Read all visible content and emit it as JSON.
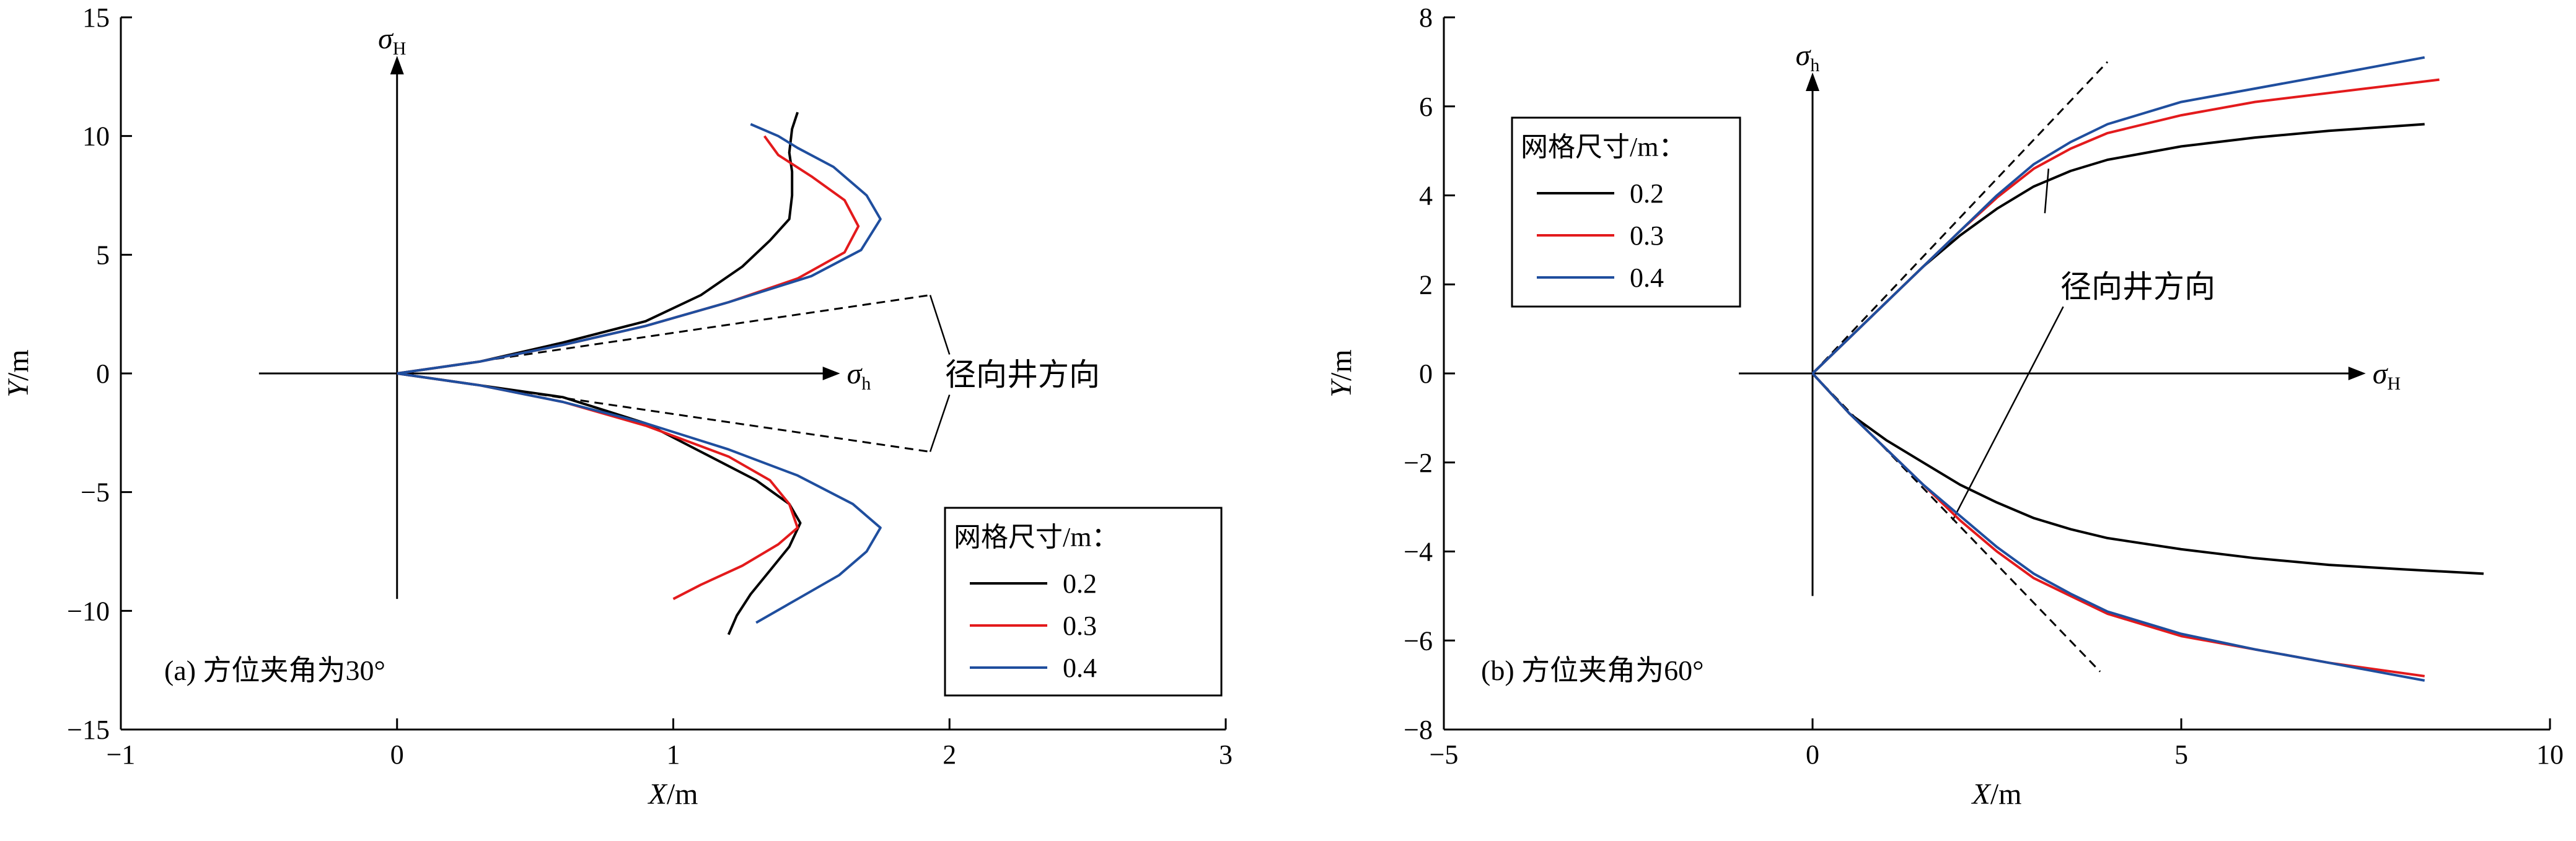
{
  "chart_data": [
    {
      "type": "line",
      "panel_caption": "(a) 方位夹角为30°",
      "xlabel_var": "X",
      "xlabel_unit": "/m",
      "ylabel_var": "Y",
      "ylabel_unit": "/m",
      "xlim": [
        -1,
        3
      ],
      "ylim": [
        -15,
        15
      ],
      "xticks": [
        -1,
        0,
        1,
        2,
        3
      ],
      "yticks": [
        -15,
        -10,
        -5,
        0,
        5,
        10,
        15
      ],
      "xtick_labels": [
        "−1",
        "0",
        "1",
        "2",
        "3"
      ],
      "ytick_labels": [
        "−15",
        "−10",
        "−5",
        "0",
        "5",
        "10",
        "15"
      ],
      "stress_axes": {
        "horizontal": {
          "label": "σ",
          "sub": "h",
          "from": [
            -0.5,
            0
          ],
          "to": [
            1.55,
            0
          ]
        },
        "vertical": {
          "label": "σ",
          "sub": "H",
          "from": [
            0,
            -9.5
          ],
          "to": [
            0,
            12.7
          ]
        }
      },
      "annotation": {
        "text": "径向井方向",
        "lines": [
          {
            "from": [
              0,
              0
            ],
            "to": [
              1.93,
              3.3
            ]
          },
          {
            "from": [
              0,
              0
            ],
            "to": [
              1.93,
              -3.3
            ]
          }
        ],
        "leaders": [
          {
            "from": [
              1.93,
              3.3
            ],
            "to": [
              2.0,
              0.8
            ]
          },
          {
            "from": [
              1.93,
              -3.3
            ],
            "to": [
              2.0,
              -0.9
            ]
          }
        ]
      },
      "legend": {
        "title": "网格尺寸/m：",
        "position": "lower-right",
        "entries": [
          {
            "label": "0.2",
            "color": "#000000"
          },
          {
            "label": "0.3",
            "color": "#e31a1c"
          },
          {
            "label": "0.4",
            "color": "#1f4e9e"
          }
        ]
      },
      "series": [
        {
          "name": "0.2",
          "color": "#000000",
          "upper": [
            [
              0,
              0
            ],
            [
              0.3,
              0.5
            ],
            [
              0.6,
              1.3
            ],
            [
              0.9,
              2.2
            ],
            [
              1.1,
              3.3
            ],
            [
              1.25,
              4.5
            ],
            [
              1.35,
              5.6
            ],
            [
              1.42,
              6.5
            ],
            [
              1.43,
              7.5
            ],
            [
              1.43,
              8.5
            ],
            [
              1.42,
              9.3
            ],
            [
              1.43,
              10.3
            ],
            [
              1.45,
              11.0
            ]
          ],
          "lower": [
            [
              0,
              0
            ],
            [
              0.3,
              -0.5
            ],
            [
              0.6,
              -1.0
            ],
            [
              0.9,
              -2.1
            ],
            [
              1.1,
              -3.3
            ],
            [
              1.3,
              -4.5
            ],
            [
              1.42,
              -5.5
            ],
            [
              1.46,
              -6.3
            ],
            [
              1.42,
              -7.3
            ],
            [
              1.35,
              -8.3
            ],
            [
              1.28,
              -9.3
            ],
            [
              1.23,
              -10.2
            ],
            [
              1.2,
              -11.0
            ]
          ]
        },
        {
          "name": "0.3",
          "color": "#e31a1c",
          "upper": [
            [
              0,
              0
            ],
            [
              0.3,
              0.5
            ],
            [
              0.6,
              1.2
            ],
            [
              0.9,
              2.0
            ],
            [
              1.2,
              3.0
            ],
            [
              1.45,
              4.0
            ],
            [
              1.62,
              5.1
            ],
            [
              1.67,
              6.2
            ],
            [
              1.62,
              7.3
            ],
            [
              1.5,
              8.3
            ],
            [
              1.38,
              9.2
            ],
            [
              1.33,
              10.0
            ]
          ],
          "lower": [
            [
              0,
              0
            ],
            [
              0.3,
              -0.5
            ],
            [
              0.6,
              -1.2
            ],
            [
              0.9,
              -2.2
            ],
            [
              1.2,
              -3.5
            ],
            [
              1.35,
              -4.5
            ],
            [
              1.42,
              -5.5
            ],
            [
              1.45,
              -6.5
            ],
            [
              1.38,
              -7.2
            ],
            [
              1.25,
              -8.1
            ],
            [
              1.1,
              -8.9
            ],
            [
              1.0,
              -9.5
            ]
          ]
        },
        {
          "name": "0.4",
          "color": "#1f4e9e",
          "upper": [
            [
              0,
              0
            ],
            [
              0.3,
              0.5
            ],
            [
              0.6,
              1.2
            ],
            [
              0.9,
              2.0
            ],
            [
              1.2,
              3.0
            ],
            [
              1.5,
              4.1
            ],
            [
              1.68,
              5.2
            ],
            [
              1.75,
              6.5
            ],
            [
              1.7,
              7.5
            ],
            [
              1.58,
              8.7
            ],
            [
              1.45,
              9.5
            ],
            [
              1.38,
              10.0
            ],
            [
              1.28,
              10.5
            ]
          ],
          "lower": [
            [
              0,
              0
            ],
            [
              0.3,
              -0.5
            ],
            [
              0.6,
              -1.2
            ],
            [
              0.9,
              -2.1
            ],
            [
              1.2,
              -3.2
            ],
            [
              1.45,
              -4.3
            ],
            [
              1.65,
              -5.5
            ],
            [
              1.75,
              -6.5
            ],
            [
              1.7,
              -7.5
            ],
            [
              1.6,
              -8.5
            ],
            [
              1.45,
              -9.5
            ],
            [
              1.3,
              -10.5
            ]
          ]
        }
      ]
    },
    {
      "type": "line",
      "panel_caption": "(b) 方位夹角为60°",
      "xlabel_var": "X",
      "xlabel_unit": "/m",
      "ylabel_var": "Y",
      "ylabel_unit": "/m",
      "xlim": [
        -5,
        10
      ],
      "ylim": [
        -8,
        8
      ],
      "xticks": [
        -5,
        0,
        5,
        10
      ],
      "yticks": [
        -8,
        -6,
        -4,
        -2,
        0,
        2,
        4,
        6,
        8
      ],
      "xtick_labels": [
        "−5",
        "0",
        "5",
        "10"
      ],
      "ytick_labels": [
        "−8",
        "−6",
        "−4",
        "−2",
        "0",
        "2",
        "4",
        "6",
        "8"
      ],
      "stress_axes": {
        "horizontal": {
          "label": "σ",
          "sub": "H",
          "from": [
            -1,
            0
          ],
          "to": [
            7.3,
            0
          ]
        },
        "vertical": {
          "label": "σ",
          "sub": "h",
          "from": [
            0,
            -5.0
          ],
          "to": [
            0,
            6.4
          ]
        }
      },
      "annotation": {
        "text": "径向井方向",
        "lines": [
          {
            "from": [
              0,
              0
            ],
            "to": [
              4.0,
              7.0
            ]
          },
          {
            "from": [
              0,
              0
            ],
            "to": [
              3.9,
              -6.7
            ]
          }
        ],
        "leaders": [
          {
            "from": [
              3.15,
              3.6
            ],
            "to": [
              3.2,
              4.6
            ]
          },
          {
            "from": [
              3.4,
              1.5
            ],
            "to": [
              1.9,
              -3.3
            ]
          }
        ]
      },
      "legend": {
        "title": "网格尺寸/m：",
        "position": "upper-left",
        "entries": [
          {
            "label": "0.2",
            "color": "#000000"
          },
          {
            "label": "0.3",
            "color": "#e31a1c"
          },
          {
            "label": "0.4",
            "color": "#1f4e9e"
          }
        ]
      },
      "series": [
        {
          "name": "0.2",
          "color": "#000000",
          "upper": [
            [
              0,
              0
            ],
            [
              0.5,
              0.8
            ],
            [
              1,
              1.6
            ],
            [
              1.5,
              2.4
            ],
            [
              2,
              3.1
            ],
            [
              2.5,
              3.7
            ],
            [
              3,
              4.2
            ],
            [
              3.5,
              4.55
            ],
            [
              4,
              4.8
            ],
            [
              5,
              5.1
            ],
            [
              6,
              5.3
            ],
            [
              7,
              5.45
            ],
            [
              8.3,
              5.6
            ]
          ],
          "lower": [
            [
              0,
              0
            ],
            [
              0.5,
              -0.9
            ],
            [
              1,
              -1.5
            ],
            [
              1.5,
              -2.0
            ],
            [
              2,
              -2.5
            ],
            [
              2.5,
              -2.9
            ],
            [
              3,
              -3.25
            ],
            [
              3.5,
              -3.5
            ],
            [
              4,
              -3.7
            ],
            [
              5,
              -3.95
            ],
            [
              6,
              -4.15
            ],
            [
              7,
              -4.3
            ],
            [
              8,
              -4.4
            ],
            [
              9.1,
              -4.5
            ]
          ]
        },
        {
          "name": "0.3",
          "color": "#e31a1c",
          "upper": [
            [
              0,
              0
            ],
            [
              0.5,
              0.8
            ],
            [
              1,
              1.6
            ],
            [
              1.5,
              2.4
            ],
            [
              2,
              3.2
            ],
            [
              2.5,
              3.95
            ],
            [
              3,
              4.6
            ],
            [
              3.5,
              5.05
            ],
            [
              4,
              5.4
            ],
            [
              5,
              5.8
            ],
            [
              6,
              6.1
            ],
            [
              7,
              6.3
            ],
            [
              8,
              6.5
            ],
            [
              8.5,
              6.6
            ]
          ],
          "lower": [
            [
              0,
              0
            ],
            [
              0.5,
              -0.9
            ],
            [
              1,
              -1.7
            ],
            [
              1.5,
              -2.5
            ],
            [
              2,
              -3.3
            ],
            [
              2.5,
              -4.0
            ],
            [
              3,
              -4.6
            ],
            [
              3.5,
              -5.0
            ],
            [
              4,
              -5.4
            ],
            [
              5,
              -5.9
            ],
            [
              6,
              -6.2
            ],
            [
              7,
              -6.5
            ],
            [
              8.3,
              -6.8
            ]
          ]
        },
        {
          "name": "0.4",
          "color": "#1f4e9e",
          "upper": [
            [
              0,
              0
            ],
            [
              0.5,
              0.8
            ],
            [
              1,
              1.6
            ],
            [
              1.5,
              2.4
            ],
            [
              2,
              3.2
            ],
            [
              2.5,
              4.0
            ],
            [
              3,
              4.7
            ],
            [
              3.5,
              5.2
            ],
            [
              4,
              5.6
            ],
            [
              5,
              6.1
            ],
            [
              6,
              6.4
            ],
            [
              7,
              6.7
            ],
            [
              8.3,
              7.1
            ]
          ],
          "lower": [
            [
              0,
              0
            ],
            [
              0.5,
              -0.9
            ],
            [
              1,
              -1.7
            ],
            [
              1.5,
              -2.5
            ],
            [
              2,
              -3.2
            ],
            [
              2.5,
              -3.9
            ],
            [
              3,
              -4.5
            ],
            [
              3.5,
              -4.95
            ],
            [
              4,
              -5.35
            ],
            [
              5,
              -5.85
            ],
            [
              6,
              -6.2
            ],
            [
              7,
              -6.5
            ],
            [
              8.3,
              -6.9
            ]
          ]
        }
      ]
    }
  ]
}
